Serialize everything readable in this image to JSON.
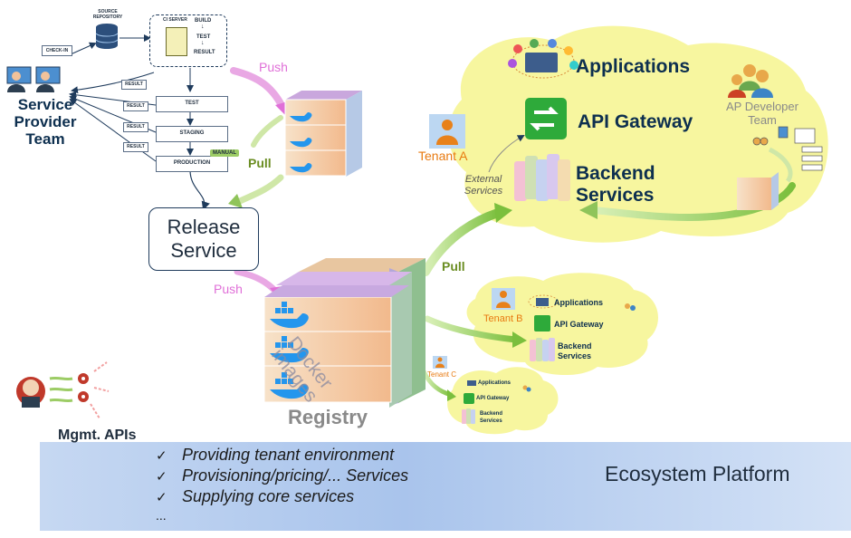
{
  "pipeline": {
    "source_repository": "SOURCE REPOSITORY",
    "ci_server": "CI SERVER",
    "build": "BUILD",
    "test_step": "TEST",
    "result_step": "RESULT",
    "check_in": "CHECK-IN",
    "result_label": "RESULT",
    "test_stage": "TEST",
    "staging_stage": "STAGING",
    "production_stage": "PRODUCTION",
    "manual_badge": "MANUAL"
  },
  "team": {
    "name": "Service Provider Team"
  },
  "release_service": {
    "label": "Release Service"
  },
  "flow_labels": {
    "push": "Push",
    "pull": "Pull"
  },
  "registry": {
    "label": "Registry",
    "docker_images": "Docker images"
  },
  "tenant_a_cloud": {
    "applications": "Applications",
    "api_gateway": "API Gateway",
    "backend_services": "Backend Services",
    "tenant": "Tenant A",
    "external_services": "External Services",
    "ap_developer_team": "AP Developer Team"
  },
  "tenant_b_cloud": {
    "tenant": "Tenant B",
    "applications": "Applications",
    "api_gateway": "API Gateway",
    "backend_services": "Backend Services"
  },
  "tenant_c_cloud": {
    "tenant": "Tenant C",
    "applications": "Applications",
    "api_gateway": "API Gateway",
    "backend_services": "Backend Services"
  },
  "mgmt": {
    "label": "Mgmt. APIs"
  },
  "platform": {
    "title": "Ecosystem Platform",
    "check_mark": "✓",
    "bullets": [
      "Providing tenant environment",
      "Provisioning/pricing/... Services",
      "Supplying core services"
    ],
    "ellipsis": "..."
  },
  "colors": {
    "cloud_fill": "#f7f59a",
    "platform_band": "#bcd1f0",
    "push": "#e070d8",
    "pull": "#6b8e23",
    "arrow_green": "#8fc45a",
    "tenant_orange": "#e87a10",
    "docker_blue": "#2496ed"
  }
}
